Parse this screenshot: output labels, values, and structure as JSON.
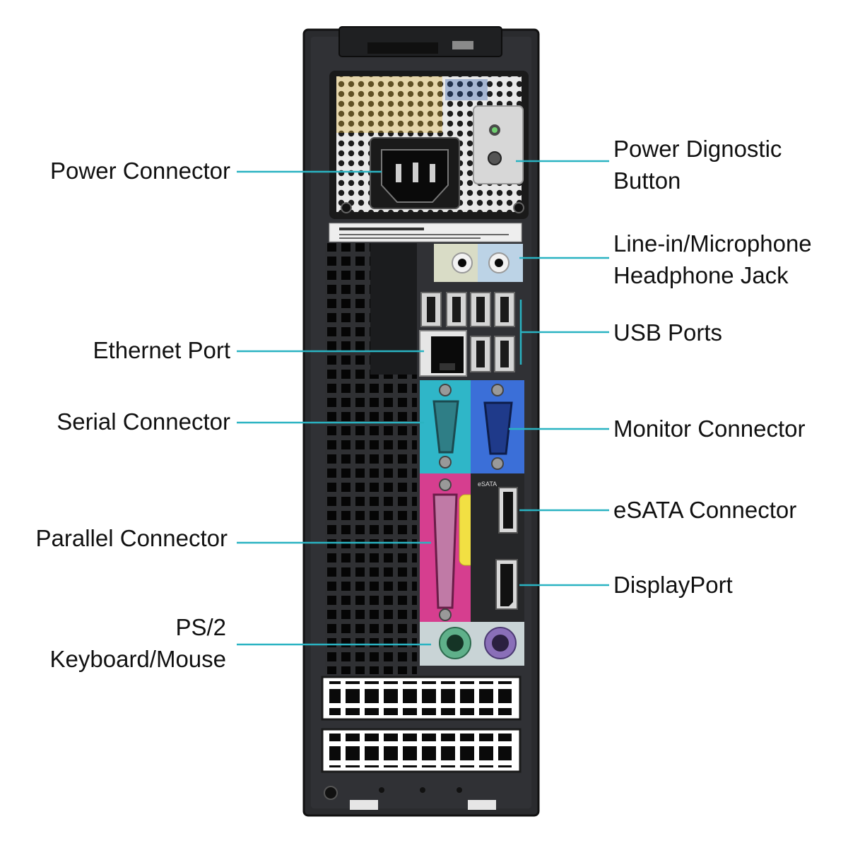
{
  "colors": {
    "callout_line": "#2ab3c2",
    "chassis": "#2a2b2e",
    "serial_port": "#2fb6c8",
    "monitor_port": "#3b6fd8",
    "parallel_port": "#d63e8f",
    "ps2_panel": "#c9d4d6",
    "ps2_keyboard": "#5fb08a",
    "ps2_mouse": "#8a6fb8",
    "audio_panel": "#d9dcc6",
    "sticker": "#f2e043"
  },
  "labels": {
    "power_connector": "Power Connector",
    "ethernet_port": "Ethernet Port",
    "serial_connector": "Serial Connector",
    "parallel_connector": "Parallel Connector",
    "ps2_line1": "PS/2",
    "ps2_line2": "Keyboard/Mouse",
    "power_diag_line1": "Power Dignostic",
    "power_diag_line2": "Button",
    "audio_line1": "Line-in/Microphone",
    "audio_line2": "Headphone Jack",
    "usb_ports": "USB Ports",
    "monitor_connector": "Monitor Connector",
    "esata_connector": "eSATA Connector",
    "displayport": "DisplayPort"
  },
  "port_markings": {
    "esata": "eSATA"
  }
}
